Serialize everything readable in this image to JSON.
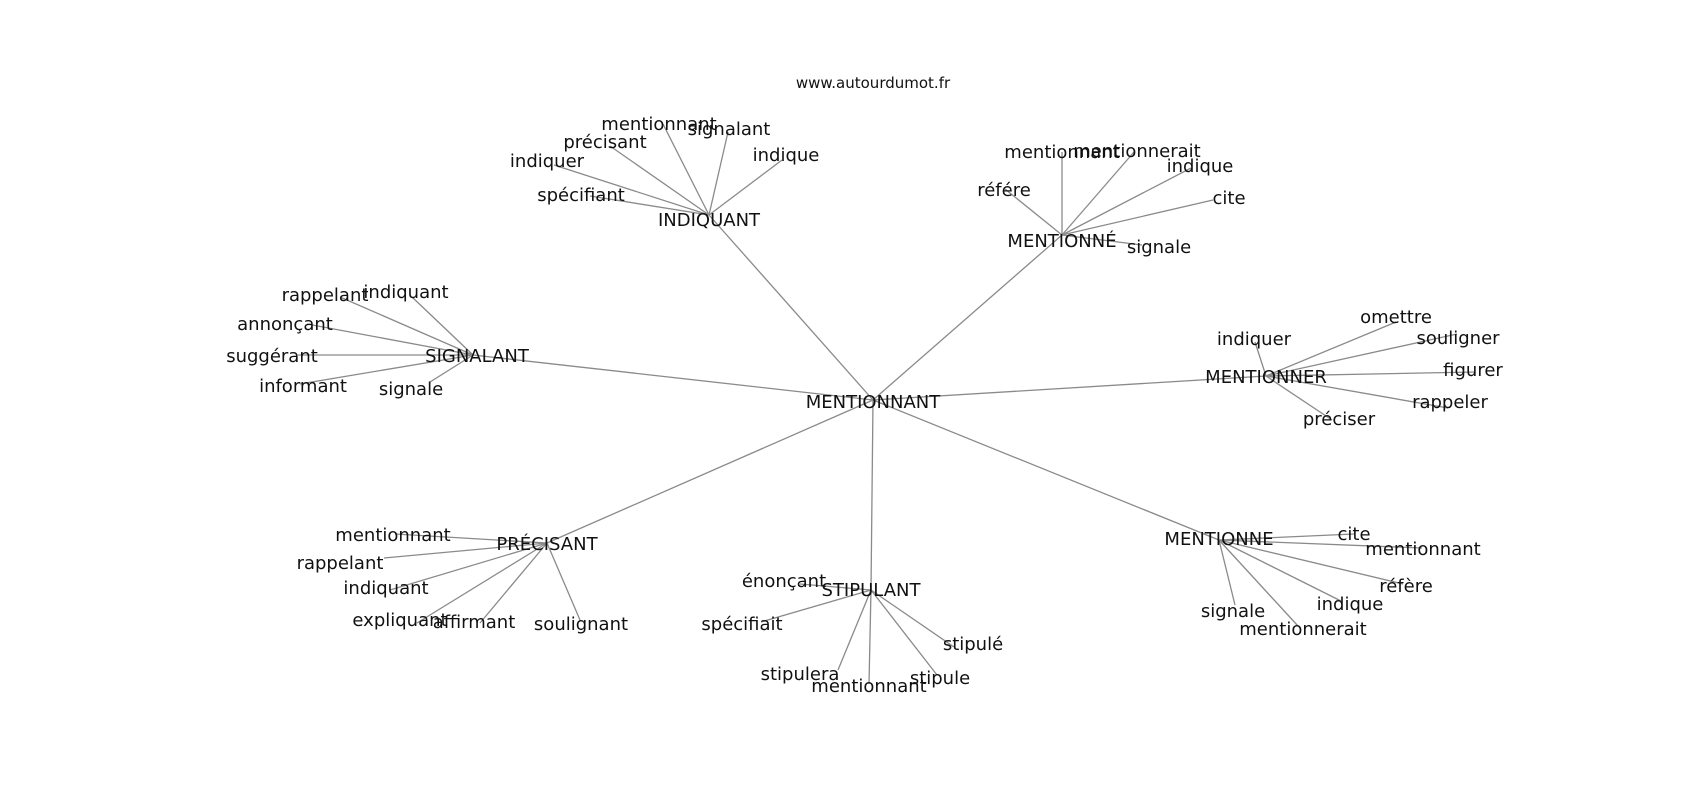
{
  "site": "www.autourdumot.fr",
  "center": "MENTIONNANT",
  "clusters": [
    {
      "hub": "INDIQUANT",
      "leaves": [
        "mentionnant",
        "signalant",
        "précisant",
        "indique",
        "indiquer",
        "spécifiant"
      ]
    },
    {
      "hub": "MENTIONNÉ",
      "leaves": [
        "mentionnant",
        "mentionnerait",
        "indique",
        "référe",
        "cite",
        "signale"
      ]
    },
    {
      "hub": "SIGNALANT",
      "leaves": [
        "rappelant",
        "indiquant",
        "annonçant",
        "suggérant",
        "informant",
        "signale"
      ]
    },
    {
      "hub": "MENTIONNER",
      "leaves": [
        "indiquer",
        "omettre",
        "souligner",
        "figurer",
        "rappeler",
        "préciser"
      ]
    },
    {
      "hub": "PRÉCISANT",
      "leaves": [
        "mentionnant",
        "rappelant",
        "indiquant",
        "expliquant",
        "affirmant",
        "soulignant"
      ]
    },
    {
      "hub": "STIPULANT",
      "leaves": [
        "énonçant",
        "spécifiait",
        "stipulé",
        "stipulera",
        "stipule",
        "mentionnant"
      ]
    },
    {
      "hub": "MENTIONNE",
      "leaves": [
        "cite",
        "mentionnant",
        "réfère",
        "indique",
        "signale",
        "mentionnerait"
      ]
    }
  ]
}
